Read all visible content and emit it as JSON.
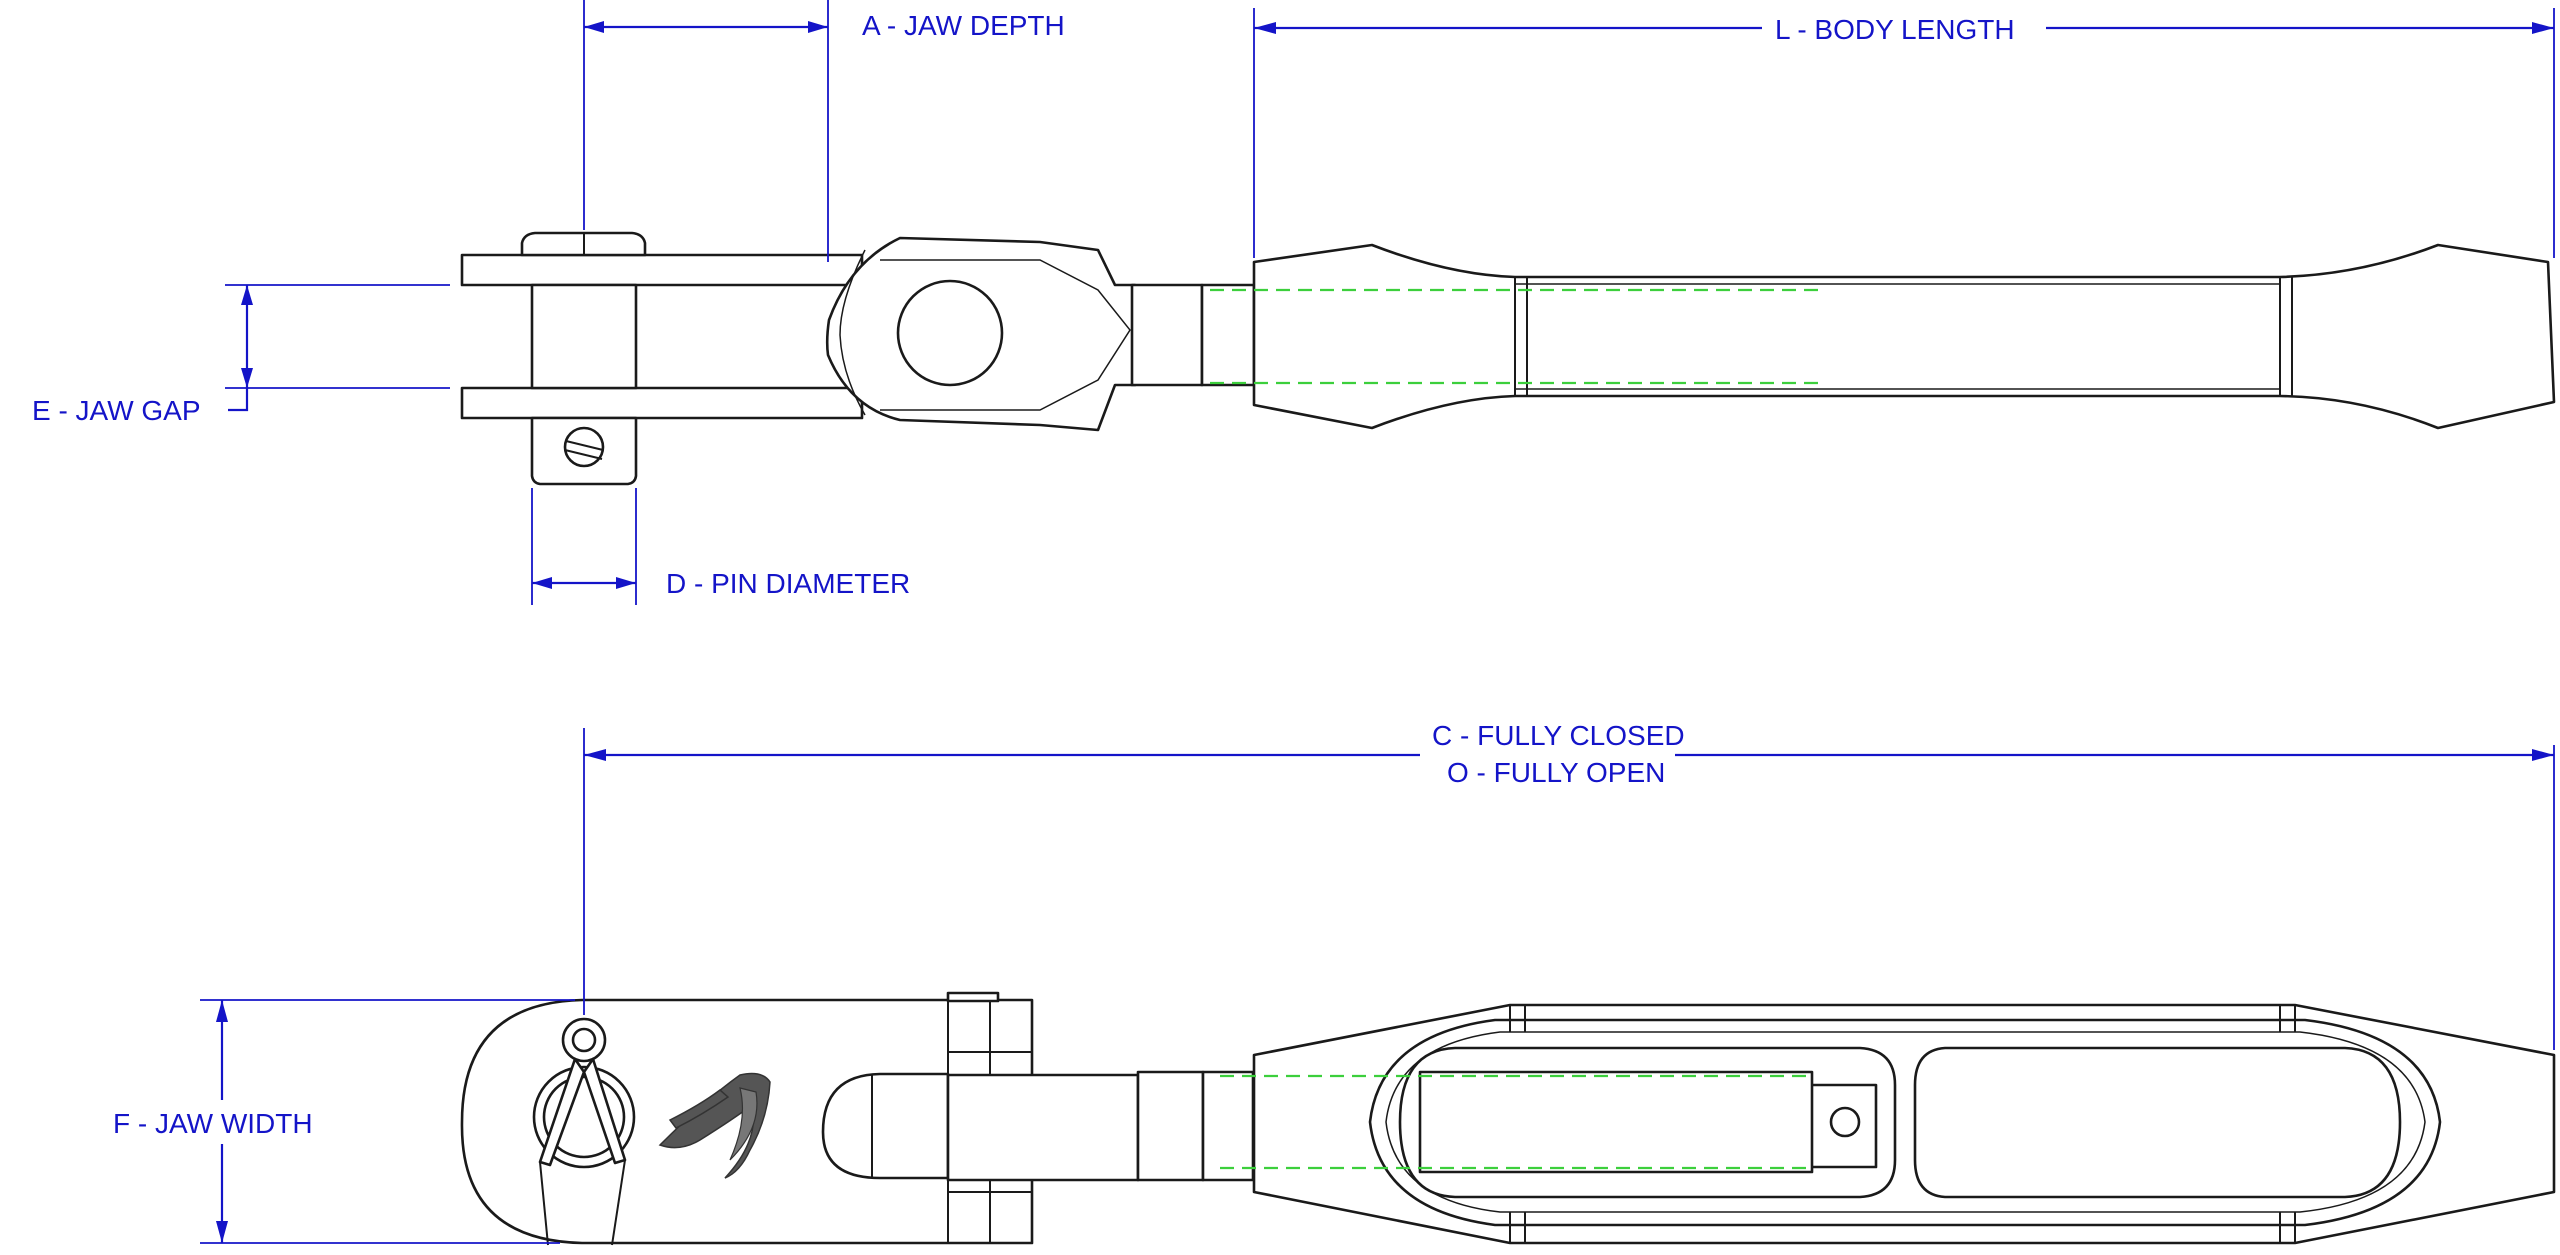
{
  "labels": {
    "jaw_depth": "A - JAW DEPTH",
    "body_length": "L - BODY LENGTH",
    "jaw_gap": "E - JAW GAP",
    "pin_diameter": "D - PIN DIAMETER",
    "fully_closed": "C - FULLY CLOSED",
    "fully_open": "O -  FULLY OPEN",
    "jaw_width": "F - JAW WIDTH"
  },
  "colors": {
    "dimension": "#1414c8",
    "outline": "#1a1a1a",
    "hidden_line": "#3ccf3c",
    "logo": "#555555"
  },
  "logo": {
    "icon": "hayn-bird-logo"
  }
}
